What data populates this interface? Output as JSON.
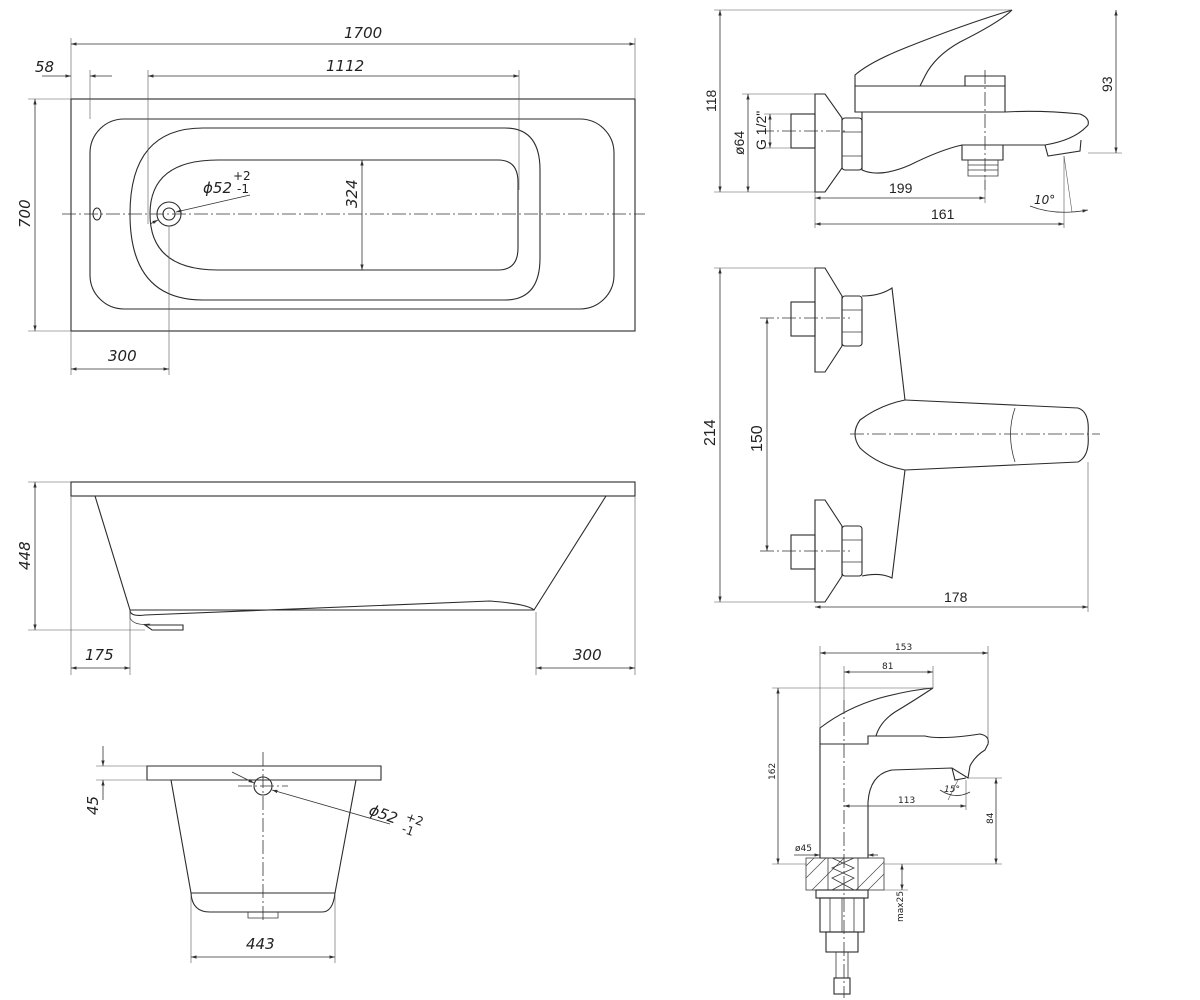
{
  "bathtub": {
    "top_view": {
      "length": "1700",
      "rim_offset": "58",
      "inner_length": "1112",
      "width": "700",
      "inner_width": "324",
      "drain_offset": "300",
      "drain_dia": "ϕ52",
      "drain_tol_plus": "+2",
      "drain_tol_minus": "-1"
    },
    "side_view": {
      "height": "448",
      "left_offset": "175",
      "right_offset": "300"
    },
    "end_view": {
      "rim_height": "45",
      "bottom_width": "443",
      "drain_dia": "ϕ52",
      "drain_tol_plus": "+2",
      "drain_tol_minus": "-1"
    }
  },
  "bath_mixer": {
    "side_view": {
      "height": "118",
      "connection": "G 1/2\"",
      "flange_dia": "ø64",
      "spout_height": "93",
      "length_199": "199",
      "length_161": "161",
      "angle": "10°"
    },
    "top_view": {
      "total_width": "214",
      "center_distance": "150",
      "depth": "178"
    }
  },
  "basin_mixer": {
    "total_length": "153",
    "handle_length": "81",
    "height": "162",
    "spout_reach": "113",
    "spout_height": "84",
    "base_dia": "ø45",
    "angle": "15°",
    "max_thickness": "max25"
  }
}
